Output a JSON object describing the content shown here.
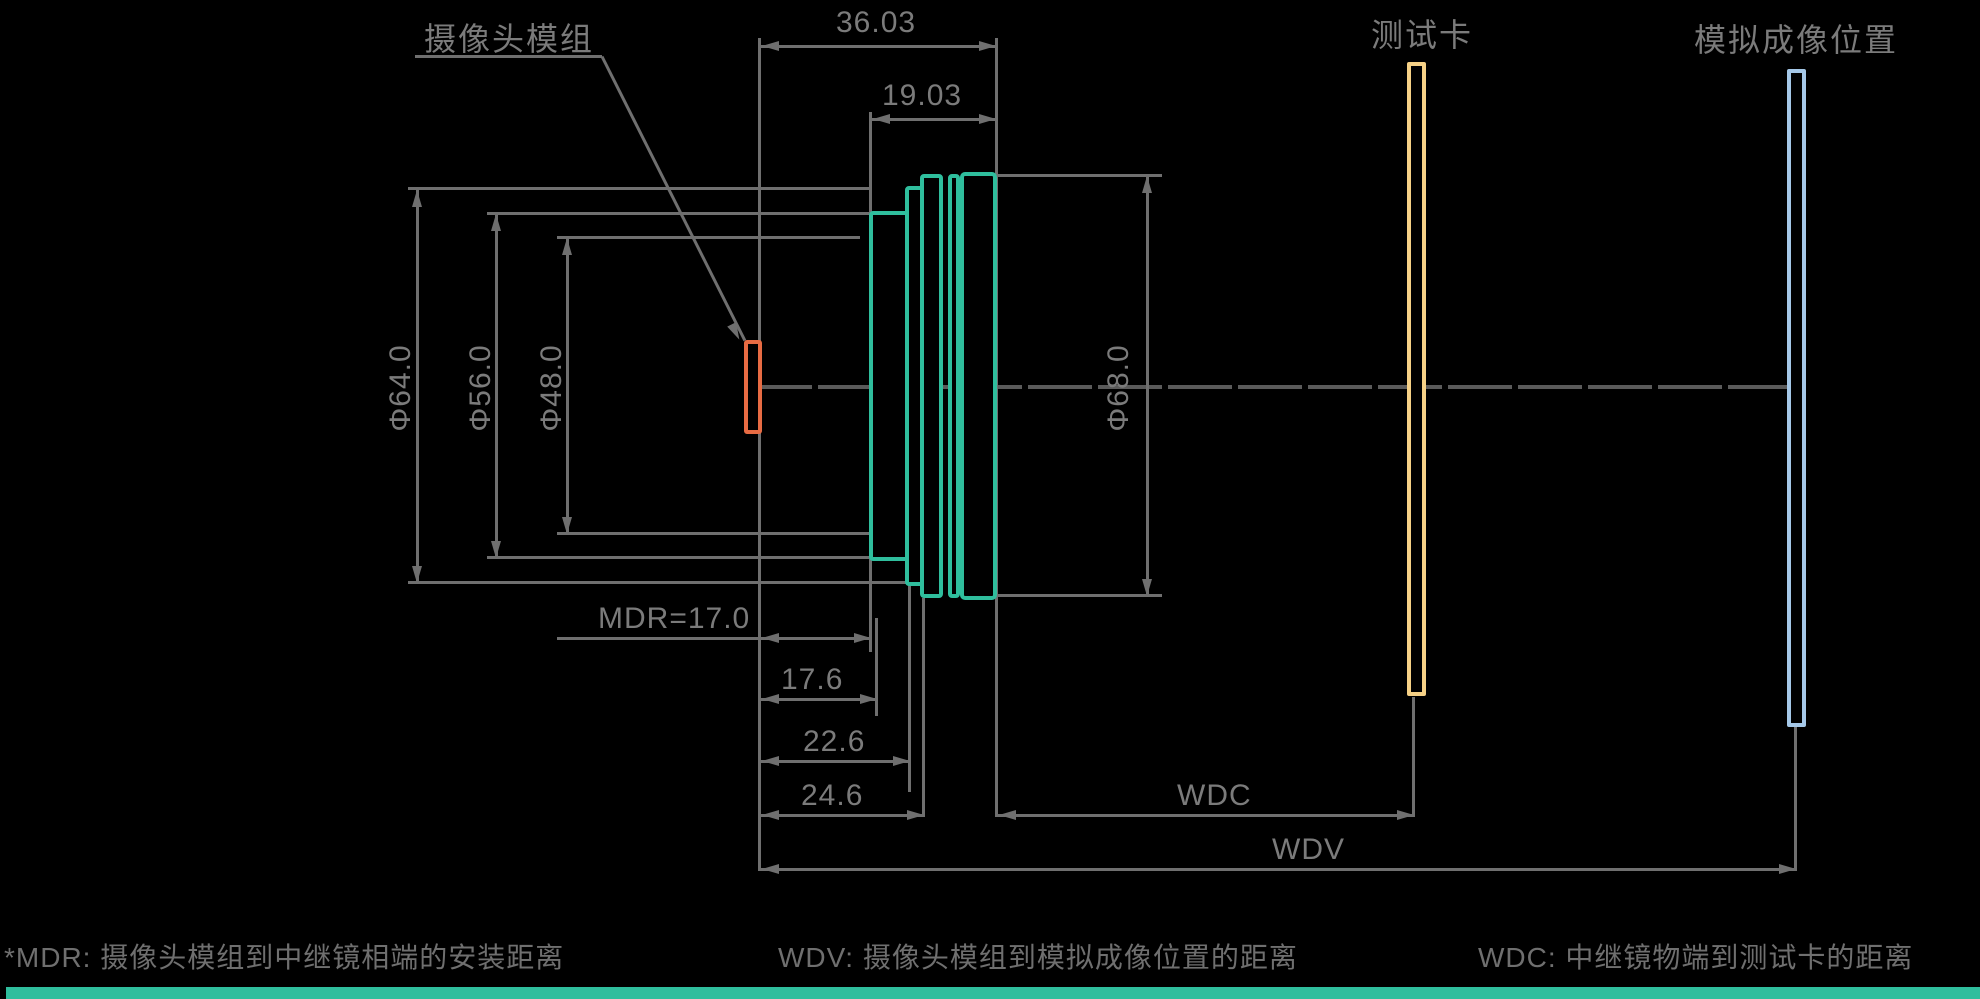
{
  "drawing": {
    "labels": {
      "camera_module": "摄像头模组",
      "test_card": "测试卡",
      "simulated_image_position": "模拟成像位置"
    },
    "dimensions": {
      "overall_length": "36.03",
      "front_length": "19.03",
      "dia_64": "Φ64.0",
      "dia_56": "Φ56.0",
      "dia_48": "Φ48.0",
      "dia_68": "Φ68.0",
      "mdr": "MDR=17.0",
      "len_17_6": "17.6",
      "len_22_6": "22.6",
      "len_24_6": "24.6",
      "wdc": "WDC",
      "wdv": "WDV"
    },
    "notes": {
      "mdr_note": "*MDR: 摄像头模组到中继镜相端的安装距离",
      "wdv_note": "WDV: 摄像头模组到模拟成像位置的距离",
      "wdc_note": "WDC: 中继镜物端到测试卡的距离"
    },
    "colors": {
      "background": "#000000",
      "line_gray": "#6f6f6f",
      "text_gray": "#7b7b7b",
      "lens_green": "#2fbe9d",
      "module_orange": "#e76b43",
      "card_yellow": "#f6d186",
      "image_blue": "#a5c8e8",
      "accent_bar_green": "#2fbe9d"
    }
  }
}
